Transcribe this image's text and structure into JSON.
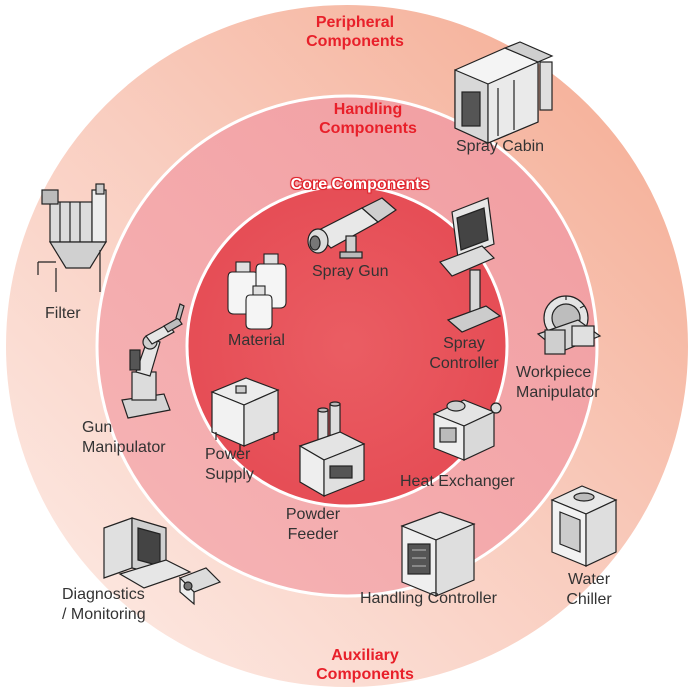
{
  "colors": {
    "outer_ring_light": "#fbe3dd",
    "outer_ring_dark": "#f6b3a0",
    "middle_ring": "#f3a5a7",
    "inner_circle": "#e8555d",
    "accent_red": "#e8202a",
    "label_text": "#333333"
  },
  "rings": {
    "peripheral": {
      "line1": "Peripheral",
      "line2": "Components"
    },
    "handling": {
      "line1": "Handling",
      "line2": "Components"
    },
    "core": {
      "title": "Core Components"
    },
    "auxiliary": {
      "line1": "Auxiliary",
      "line2": "Components"
    }
  },
  "components": {
    "spray_cabin": "Spray Cabin",
    "filter": "Filter",
    "spray_gun": "Spray Gun",
    "material": "Material",
    "spray_controller": {
      "line1": "Spray",
      "line2": "Controller"
    },
    "workpiece_manipulator": {
      "line1": "Workpiece",
      "line2": "Manipulator"
    },
    "gun_manipulator": {
      "line1": "Gun",
      "line2": "Manipulator"
    },
    "power_supply": {
      "line1": "Power",
      "line2": "Supply"
    },
    "heat_exchanger": "Heat Exchanger",
    "powder_feeder": {
      "line1": "Powder",
      "line2": "Feeder"
    },
    "handling_controller": "Handling Controller",
    "water_chiller": {
      "line1": "Water",
      "line2": "Chiller"
    },
    "diagnostics": {
      "line1": "Diagnostics",
      "line2": "/ Monitoring"
    }
  },
  "icons": {
    "spray_cabin": "spray-cabin-icon",
    "filter": "filter-icon",
    "spray_gun": "spray-gun-icon",
    "material": "material-bottles-icon",
    "spray_controller": "spray-controller-icon",
    "workpiece_manipulator": "workpiece-manipulator-icon",
    "gun_manipulator": "robot-arm-icon",
    "power_supply": "power-supply-icon",
    "heat_exchanger": "heat-exchanger-icon",
    "powder_feeder": "powder-feeder-icon",
    "handling_controller": "handling-controller-icon",
    "water_chiller": "water-chiller-icon",
    "diagnostics": "laptop-icon"
  }
}
